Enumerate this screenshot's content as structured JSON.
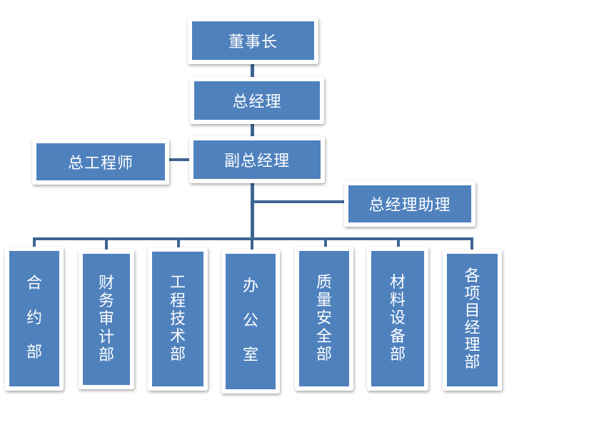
{
  "colors": {
    "box": "#4f81bd",
    "line": "#3f6592",
    "text": "#ffffff"
  },
  "nodes": {
    "chairman": "董事长",
    "general_manager": "总经理",
    "deputy_general_manager": "副总经理",
    "chief_engineer": "总工程师",
    "gm_assistant": "总经理助理"
  },
  "departments": [
    {
      "label": "合约部",
      "chars": [
        "合",
        "约",
        "部"
      ]
    },
    {
      "label": "财务审计部",
      "chars": [
        "财",
        "务",
        "审",
        "计",
        "部"
      ]
    },
    {
      "label": "工程技术部",
      "chars": [
        "工",
        "程",
        "技",
        "术",
        "部"
      ]
    },
    {
      "label": "办公室",
      "chars": [
        "办",
        "公",
        "室"
      ]
    },
    {
      "label": "质量安全部",
      "chars": [
        "质",
        "量",
        "安",
        "全",
        "部"
      ]
    },
    {
      "label": "材料设备部",
      "chars": [
        "材",
        "料",
        "设",
        "备",
        "部"
      ]
    },
    {
      "label": "各项目经理部",
      "chars": [
        "各",
        "项",
        "目",
        "经",
        "理",
        "部"
      ]
    }
  ]
}
